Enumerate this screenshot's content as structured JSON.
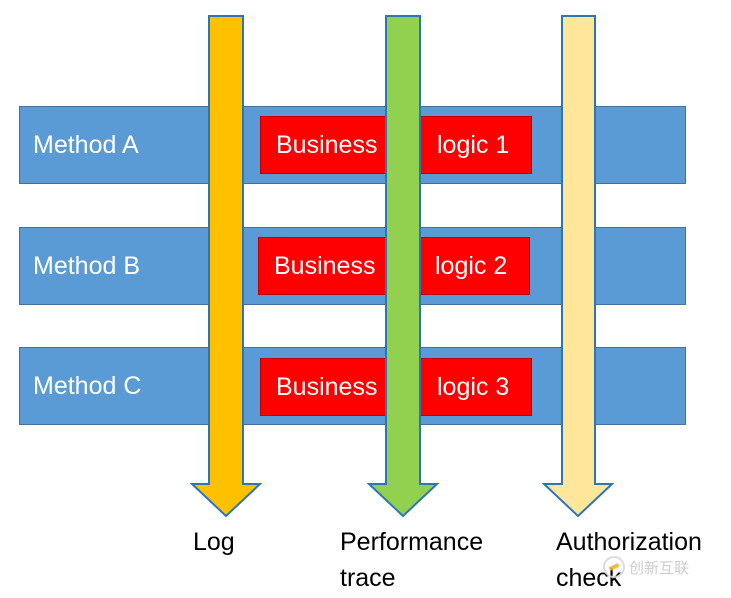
{
  "methods": [
    {
      "label": "Method A",
      "logic_a": "Business",
      "logic_b": "logic 1"
    },
    {
      "label": "Method B",
      "logic_a": "Business",
      "logic_b": "logic 2"
    },
    {
      "label": "Method C",
      "logic_a": "Business",
      "logic_b": "logic 3"
    }
  ],
  "aspects": [
    {
      "label": "Log",
      "color": "#ffc000"
    },
    {
      "label": "Performance\ntrace",
      "color": "#92d050"
    },
    {
      "label": "Authorization\ncheck",
      "color": "#ffe699"
    }
  ],
  "colors": {
    "method_fill": "#5b9bd5",
    "logic_fill": "#ff0000",
    "arrow_stroke": "#2e75b6"
  },
  "watermark": {
    "text": "创新互联",
    "icon": "brand-logo-icon"
  }
}
